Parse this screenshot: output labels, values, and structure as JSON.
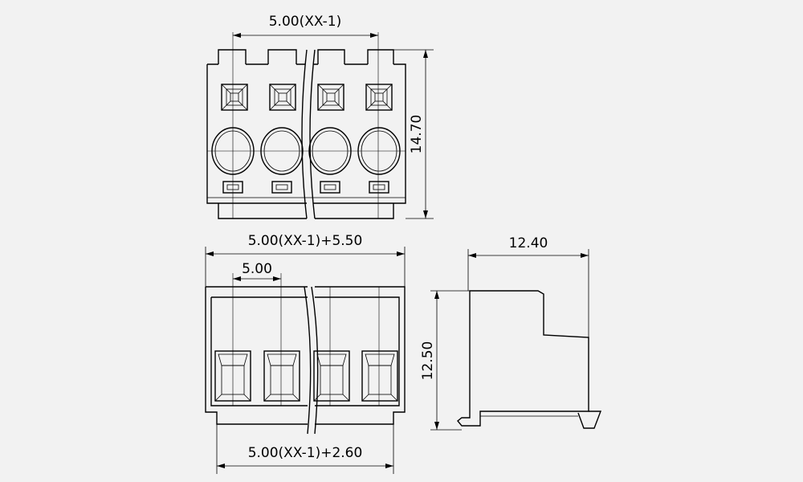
{
  "dimensions": {
    "top_pitch": "5.00(XX-1)",
    "top_height": "14.70",
    "front_width": "5.00(XX-1)+5.50",
    "front_pitch": "5.00",
    "front_bottom": "5.00(XX-1)+2.60",
    "side_depth": "12.40",
    "side_height": "12.50"
  },
  "colors": {
    "background": "#f2f2f2",
    "line": "#000000"
  }
}
